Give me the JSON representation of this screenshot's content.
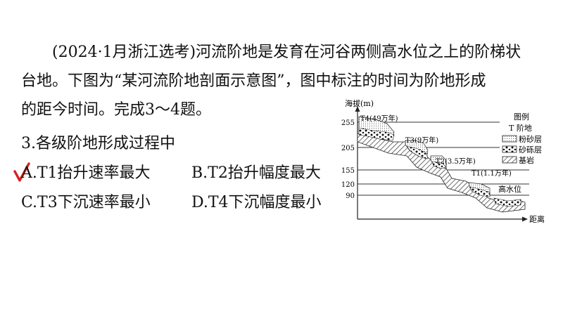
{
  "passage": {
    "line1": "(2024·1月浙江选考)河流阶地是发育在河谷两侧高水位之上的阶梯状",
    "line2": "台地。下图为“某河流阶地剖面示意图”，图中标注的时间为阶地形成",
    "line3": "的距今时间。完成3～4题。"
  },
  "question": {
    "title": "3.各级阶地形成过程中",
    "options": {
      "A": "A.T1抬升速率最大",
      "B": "B.T2抬升幅度最大",
      "C": "C.T3下沉速率最小",
      "D": "D.T4下沉幅度最小"
    },
    "check_mark_color": "#d62020"
  },
  "figure": {
    "y_axis_label": "海拔(m)",
    "x_axis_label": "距离",
    "y_ticks": [
      "255",
      "205",
      "155",
      "120",
      "90"
    ],
    "terraces": [
      {
        "label": "T4(49万年)"
      },
      {
        "label": "T3(9万年)"
      },
      {
        "label": "T2(3.5万年)"
      },
      {
        "label": "T1(1.1万年)"
      }
    ],
    "high_water_label": "高水位",
    "legend": {
      "title": "图例",
      "terrace": "T 阶地",
      "silt": "粉砂层",
      "gravel": "砂砾层",
      "bedrock": "基岩"
    }
  }
}
